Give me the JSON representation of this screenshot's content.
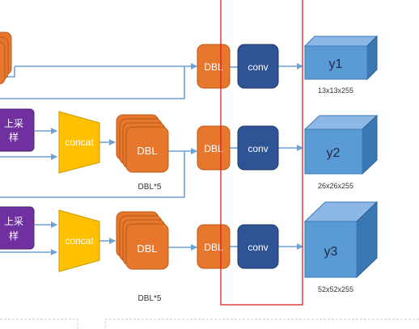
{
  "colors": {
    "orange": "#E8772E",
    "orange_dark": "#B85A1C",
    "navy": "#2F5496",
    "navy_dark": "#203864",
    "purple": "#7030A0",
    "gold": "#FFC000",
    "cube_front": "#5B9BD5",
    "cube_top": "#8DB8E6",
    "cube_side": "#3A78B5",
    "arrow": "#6FA0D8",
    "red_frame": "#E02020"
  },
  "row1": {
    "dbl_label": "DBL",
    "conv_label": "conv",
    "output_label": "y1",
    "output_dims": "13x13x255"
  },
  "row2": {
    "upsample_label_line1": "上采",
    "upsample_label_line2": "样",
    "concat_label": "concat",
    "stack_label": "DBL",
    "stack_caption": "DBL*5",
    "dbl_label": "DBL",
    "conv_label": "conv",
    "output_label": "y2",
    "output_dims": "26x26x255"
  },
  "row3": {
    "upsample_label_line1": "上采",
    "upsample_label_line2": "样",
    "concat_label": "concat",
    "stack_label": "DBL",
    "stack_caption": "DBL*5",
    "dbl_label": "DBL",
    "conv_label": "conv",
    "output_label": "y3",
    "output_dims": "52x52x255"
  }
}
